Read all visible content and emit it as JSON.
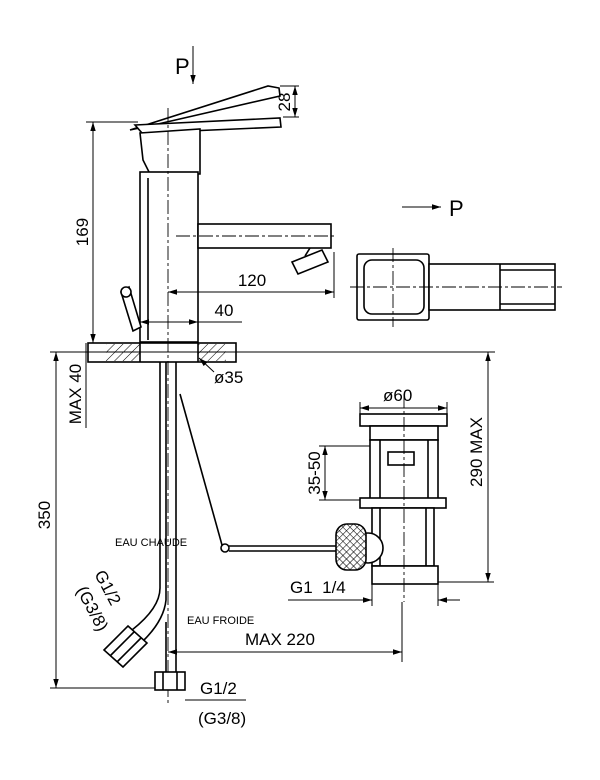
{
  "diagram": {
    "pressure_top": "P",
    "pressure_side": "P",
    "dim_lever_height": "28",
    "dim_spout_height": "169",
    "dim_spout_reach": "120",
    "dim_body_width": "40",
    "dim_hole_diameter": "ø35",
    "dim_deck_thickness": "MAX 40",
    "dim_total_height": "350",
    "dim_waste_diameter": "ø60",
    "dim_waste_range": "35-50",
    "dim_waste_depth": "290 MAX",
    "label_hot": "EAU CHAUDE",
    "label_cold": "EAU FROIDE",
    "thread_waste": "G1  1/4",
    "thread_hot": "G1/2",
    "thread_hot_alt": "(G3/8)",
    "dim_waste_offset": "MAX 220",
    "thread_cold": "G1/2",
    "thread_cold_alt": "(G3/8)"
  }
}
